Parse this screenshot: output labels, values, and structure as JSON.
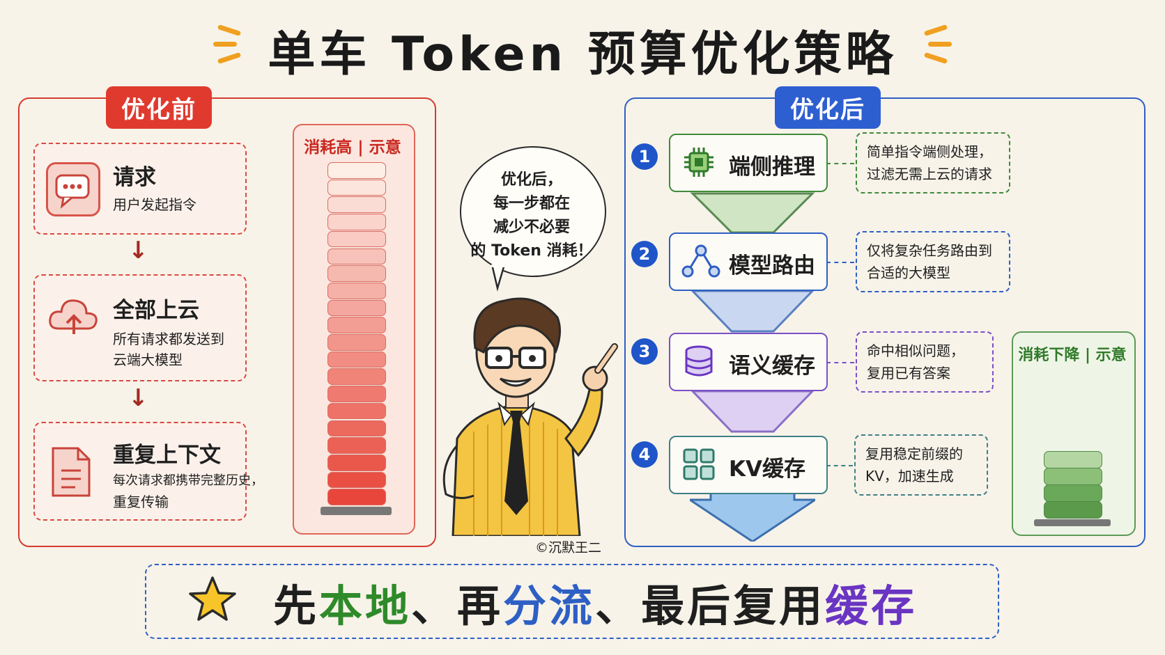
{
  "title": "单车 Token 预算优化策略",
  "before": {
    "tag": "优化前",
    "steps": [
      {
        "title": "请求",
        "desc1": "用户发起指令",
        "desc2": "",
        "icon": "chat-bubble-icon"
      },
      {
        "title": "全部上云",
        "desc1": "所有请求都发送到",
        "desc2": "云端大模型",
        "icon": "cloud-upload-icon"
      },
      {
        "title": "重复上下文",
        "desc1": "每次请求都携带完整历史，",
        "desc2": "重复传输",
        "icon": "document-icon"
      }
    ],
    "meter_label": "消耗高 | 示意",
    "meter_level": 1.0
  },
  "bubble": {
    "line1": "优化后，",
    "line2": "每一步都在",
    "line3": "减少不必要",
    "line4": "的 Token 消耗！"
  },
  "credit": "©沉默王二",
  "after": {
    "tag": "优化后",
    "steps": [
      {
        "num": "1",
        "title": "端侧推理",
        "note1": "简单指令端侧处理，",
        "note2": "过滤无需上云的请求",
        "icon": "chip-icon",
        "color": "#3f8a3a"
      },
      {
        "num": "2",
        "title": "模型路由",
        "note1": "仅将复杂任务路由到",
        "note2": "合适的大模型",
        "icon": "route-icon",
        "color": "#2e5fc4"
      },
      {
        "num": "3",
        "title": "语义缓存",
        "note1": "命中相似问题，",
        "note2": "复用已有答案",
        "icon": "database-icon",
        "color": "#7a4fc8"
      },
      {
        "num": "4",
        "title": "KV缓存",
        "note1": "复用稳定前缀的",
        "note2": "KV，加速生成",
        "icon": "grid-icon",
        "color": "#3f7f86"
      }
    ],
    "meter_label": "消耗下降 | 示意",
    "meter_level": 0.2
  },
  "banner": {
    "icon": "star-icon",
    "p1": "先",
    "p2": "本地",
    "p3": "、再",
    "p4": "分流",
    "p5": "、最后复用",
    "p6": "缓存"
  },
  "colors": {
    "red": "#d63a2f",
    "blue": "#2e5fc4",
    "green": "#2f8a2a",
    "purple": "#6a35c2"
  }
}
